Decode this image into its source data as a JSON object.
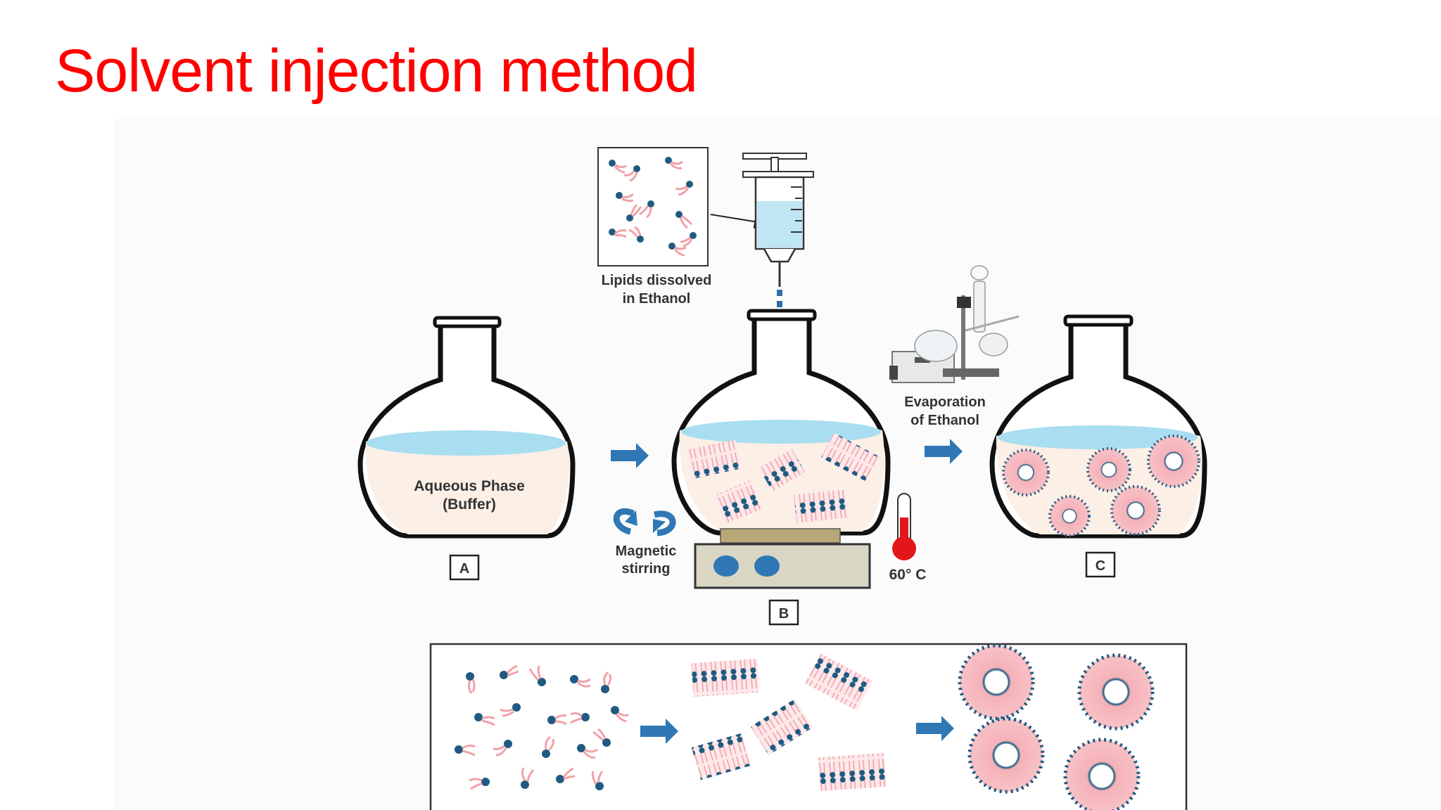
{
  "slide": {
    "title": "Solvent injection method"
  },
  "diagram": {
    "lipids_label_line1": "Lipids dissolved",
    "lipids_label_line2": "in Ethanol",
    "aqueous_label_line1": "Aqueous Phase",
    "aqueous_label_line2": "(Buffer)",
    "panel_a": "A",
    "panel_b": "B",
    "panel_c": "C",
    "magnetic_line1": "Magnetic",
    "magnetic_line2": "stirring",
    "temperature": "60° C",
    "evaporation_line1": "Evaporation",
    "evaporation_line2": "of Ethanol"
  },
  "colors": {
    "title": "#ff0000",
    "water": "#a8def0",
    "buffer": "#fbefe6",
    "lipid_tail": "#f2a0a8",
    "lipid_head": "#1f5a80",
    "arrow": "#2f78b5",
    "stirrer_plate": "#d9d6c4",
    "thermometer": "#e3171b"
  }
}
